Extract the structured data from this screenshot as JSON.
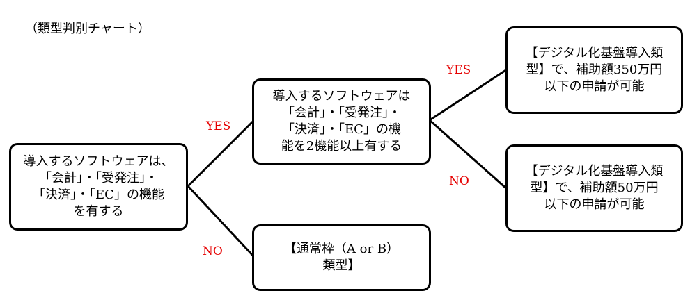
{
  "title": "（類型判別チャート）",
  "colors": {
    "edge_label": "#e60000",
    "border": "#000000",
    "background": "#ffffff"
  },
  "nodes": {
    "start": {
      "lines": [
        "導入するソフトウェアは、",
        "「会計」・「受発注」・",
        "「決済」・「EC」の機能",
        "を有する"
      ]
    },
    "q2": {
      "lines": [
        "導入するソフトウェアは",
        "「会計」・「受発注」・",
        "「決済」・「EC」の機",
        "能を2機能以上有する"
      ]
    },
    "normal": {
      "lines": [
        "【通常枠（A or B）",
        "類型】"
      ]
    },
    "digital350": {
      "lines": [
        "【デジタル化基盤導入類",
        "型】で、補助額350万円",
        "以下の申請が可能"
      ]
    },
    "digital50": {
      "lines": [
        "【デジタル化基盤導入類",
        "型】で、補助額50万円",
        "以下の申請が可能"
      ]
    }
  },
  "edges": {
    "start_yes": "YES",
    "start_no": "NO",
    "q2_yes": "YES",
    "q2_no": "NO"
  }
}
